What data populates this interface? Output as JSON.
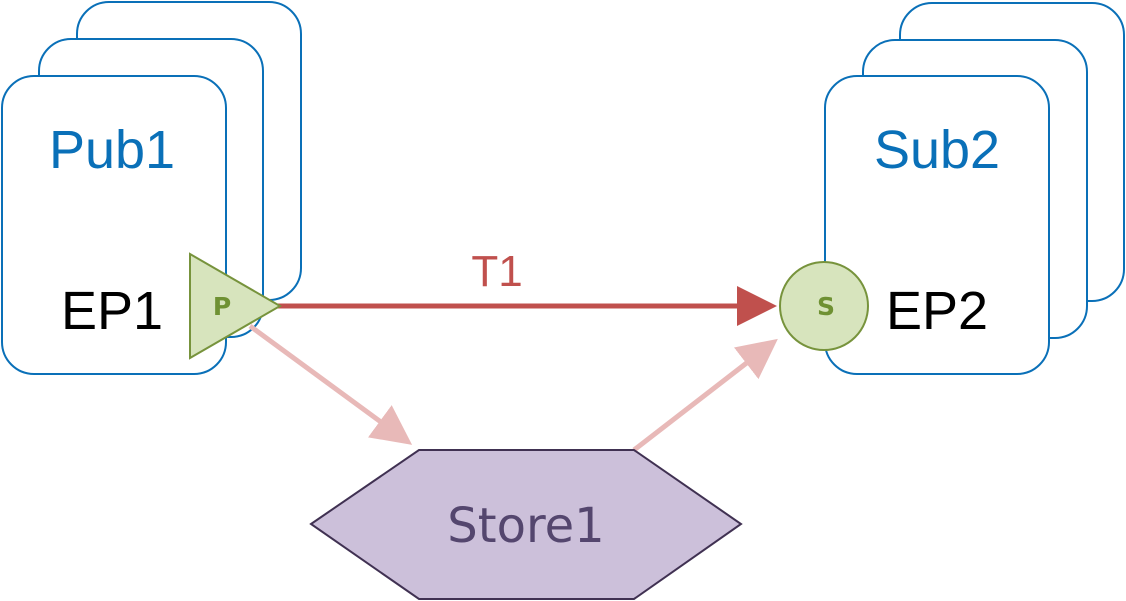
{
  "publisher": {
    "name": "Pub1",
    "endpoint": "EP1",
    "marker": "P"
  },
  "subscriber": {
    "name": "Sub2",
    "endpoint": "EP2",
    "marker": "S"
  },
  "topic": {
    "label": "T1"
  },
  "store": {
    "label": "Store1"
  },
  "colors": {
    "box_stroke": "#0a70b8",
    "participant_text": "#0a70b8",
    "topic_arrow": "#c0504d",
    "store_arrow": "#e8b9b8",
    "marker_fill": "#d7e4bd",
    "marker_stroke": "#77933c",
    "store_fill": "#ccc0da",
    "store_stroke": "#403152"
  }
}
